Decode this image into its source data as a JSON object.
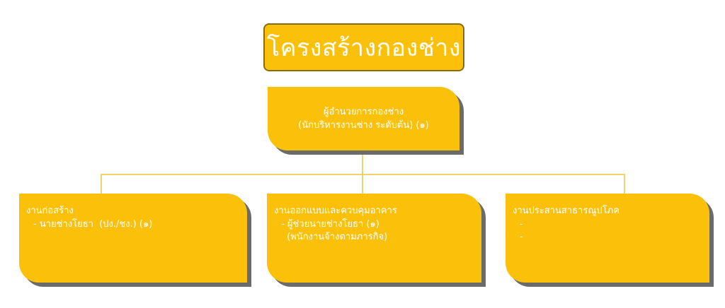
{
  "title": "โครงสร้างกองช่าง",
  "head": {
    "line1": "ผู้อำนวยการกองช่าง",
    "line2": "(นักบริหารงานช่าง ระดับต้น) (๑)"
  },
  "divisions": [
    {
      "title": "งานก่อสร้าง",
      "items": [
        "- นายช่างโยธา  (ปง./ชง.) (๑)"
      ]
    },
    {
      "title": "งานออกแบบและควบคุมอาคาร",
      "items": [
        "- ผู้ช่วยนายช่างโยธา (๑)",
        "  (พนักงานจ้างตามภารกิจ)"
      ]
    },
    {
      "title": "งานประสานสาธารณูปโภค",
      "items": [
        "-",
        "-"
      ]
    }
  ],
  "colors": {
    "box_fill": "#fbc10a",
    "title_border": "#8a6a14",
    "shadow": "#6b6b6b",
    "connector": "#f2d26a",
    "text": "#ffffff"
  }
}
